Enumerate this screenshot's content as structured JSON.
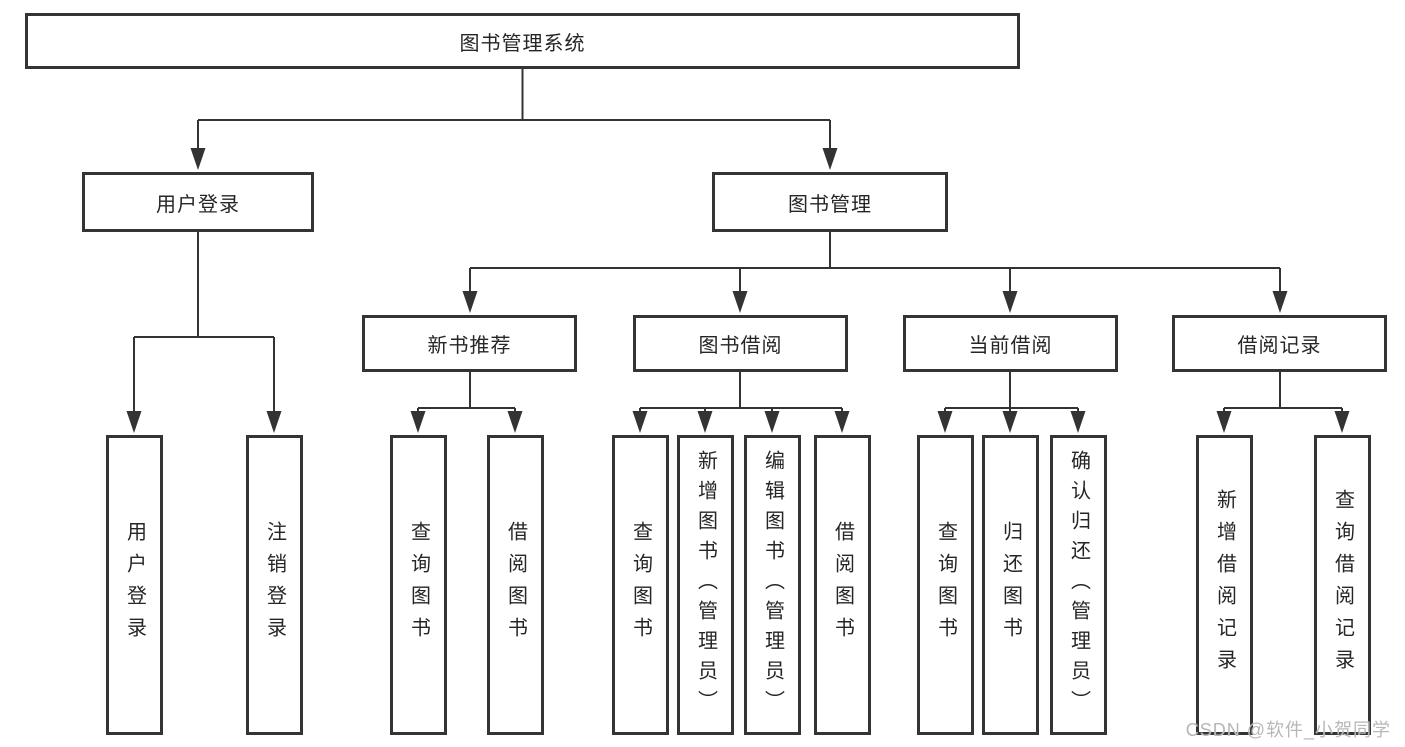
{
  "nodes": {
    "root": {
      "label": "图书管理系统"
    },
    "user_login": {
      "label": "用户登录"
    },
    "book_mgmt": {
      "label": "图书管理"
    },
    "new_book_rec": {
      "label": "新书推荐"
    },
    "book_borrow": {
      "label": "图书借阅"
    },
    "current_borrow": {
      "label": "当前借阅"
    },
    "borrow_record": {
      "label": "借阅记录"
    },
    "login": {
      "label": "用户登录"
    },
    "logout": {
      "label": "注销登录"
    },
    "rec_query_book": {
      "label": "查询图书"
    },
    "rec_borrow_book": {
      "label": "借阅图书"
    },
    "bb_query_book": {
      "label": "查询图书"
    },
    "bb_add_book": {
      "label": "新增图书（管理员）"
    },
    "bb_edit_book": {
      "label": "编辑图书（管理员）"
    },
    "bb_borrow_book": {
      "label": "借阅图书"
    },
    "cb_query_book": {
      "label": "查询图书"
    },
    "cb_return_book": {
      "label": "归还图书"
    },
    "cb_confirm_return": {
      "label": "确认归还（管理员）"
    },
    "br_add_record": {
      "label": "新增借阅记录"
    },
    "br_query_record": {
      "label": "查询借阅记录"
    }
  },
  "hierarchy": {
    "图书管理系统": {
      "用户登录": [
        "用户登录",
        "注销登录"
      ],
      "图书管理": {
        "新书推荐": [
          "查询图书",
          "借阅图书"
        ],
        "图书借阅": [
          "查询图书",
          "新增图书（管理员）",
          "编辑图书（管理员）",
          "借阅图书"
        ],
        "当前借阅": [
          "查询图书",
          "归还图书",
          "确认归还（管理员）"
        ],
        "借阅记录": [
          "新增借阅记录",
          "查询借阅记录"
        ]
      }
    }
  },
  "watermark": {
    "text": "CSDN @软件_小贺同学"
  },
  "colors": {
    "line": "#333333",
    "box_border": "#343434",
    "text": "#262626",
    "background": "#ffffff",
    "watermark": "#b7b7b7"
  }
}
